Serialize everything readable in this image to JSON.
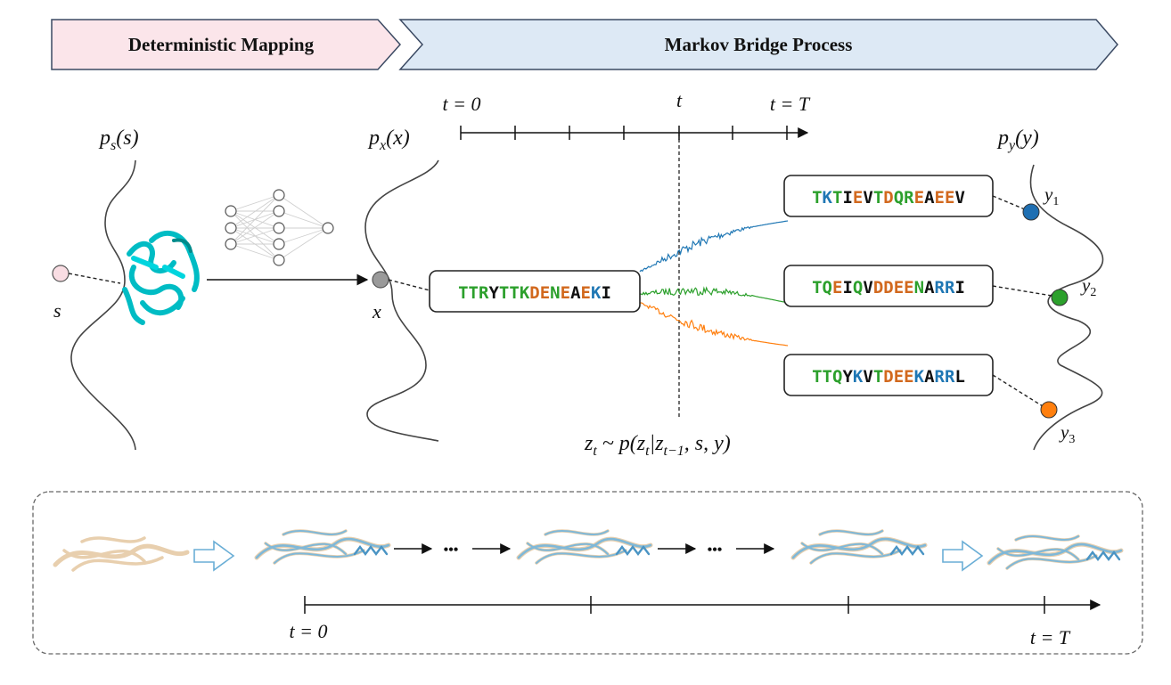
{
  "banner": {
    "left_label": "Deterministic Mapping",
    "right_label": "Markov Bridge Process"
  },
  "distributions": {
    "ps": {
      "func": "p",
      "sub": "s",
      "arg": "(s)"
    },
    "px": {
      "func": "p",
      "sub": "x",
      "arg": "(x)"
    },
    "py": {
      "func": "p",
      "sub": "y",
      "arg": "(y)"
    }
  },
  "points": {
    "s": "s",
    "x": "x",
    "y1": {
      "base": "y",
      "sub": "1"
    },
    "y2": {
      "base": "y",
      "sub": "2"
    },
    "y3": {
      "base": "y",
      "sub": "3"
    }
  },
  "time_axis": {
    "start": "t = 0",
    "middle": "t",
    "end": "t = T"
  },
  "transition_formula": {
    "lhs_base": "z",
    "lhs_sub": "t",
    "op": " ~ p(",
    "z_base": "z",
    "z_sub": "t",
    "bar": "|",
    "z2_base": "z",
    "z2_sub": "t−1",
    "rest": ", s, y)"
  },
  "colors": {
    "green": "#2ca02c",
    "blue": "#1f77b4",
    "orange": "#d2691e",
    "black": "#111111",
    "path_blue": "#1f77b4",
    "path_green": "#2ca02c",
    "path_orange": "#ff7f0e",
    "protein": "#00ced1",
    "banner_left_fill": "#fbe5ea",
    "banner_right_fill": "#dde9f5",
    "banner_stroke": "#3b4a63",
    "s_dot": "#f9dde3",
    "x_dot": "#9a9a9a",
    "y1_dot": "#1f6fb2",
    "y2_dot": "#2ca02c",
    "y3_dot": "#ff7f0e"
  },
  "sequences": {
    "source": [
      [
        "T",
        "green"
      ],
      [
        "T",
        "green"
      ],
      [
        "R",
        "green"
      ],
      [
        "Y",
        "black"
      ],
      [
        "T",
        "green"
      ],
      [
        "T",
        "green"
      ],
      [
        "K",
        "green"
      ],
      [
        "D",
        "orange"
      ],
      [
        "E",
        "orange"
      ],
      [
        "N",
        "green"
      ],
      [
        "E",
        "orange"
      ],
      [
        "A",
        "black"
      ],
      [
        "E",
        "orange"
      ],
      [
        "K",
        "blue"
      ],
      [
        "I",
        "black"
      ]
    ],
    "target_1": [
      [
        "T",
        "green"
      ],
      [
        "K",
        "blue"
      ],
      [
        "T",
        "green"
      ],
      [
        "I",
        "black"
      ],
      [
        "E",
        "orange"
      ],
      [
        "V",
        "black"
      ],
      [
        "T",
        "green"
      ],
      [
        "D",
        "orange"
      ],
      [
        "Q",
        "green"
      ],
      [
        "R",
        "green"
      ],
      [
        "E",
        "orange"
      ],
      [
        "A",
        "black"
      ],
      [
        "E",
        "orange"
      ],
      [
        "E",
        "orange"
      ],
      [
        "V",
        "black"
      ]
    ],
    "target_2": [
      [
        "T",
        "green"
      ],
      [
        "Q",
        "green"
      ],
      [
        "E",
        "orange"
      ],
      [
        "I",
        "black"
      ],
      [
        "Q",
        "green"
      ],
      [
        "V",
        "black"
      ],
      [
        "D",
        "orange"
      ],
      [
        "D",
        "orange"
      ],
      [
        "E",
        "orange"
      ],
      [
        "E",
        "orange"
      ],
      [
        "N",
        "green"
      ],
      [
        "A",
        "black"
      ],
      [
        "R",
        "blue"
      ],
      [
        "R",
        "blue"
      ],
      [
        "I",
        "black"
      ]
    ],
    "target_3": [
      [
        "T",
        "green"
      ],
      [
        "T",
        "green"
      ],
      [
        "Q",
        "green"
      ],
      [
        "Y",
        "black"
      ],
      [
        "K",
        "blue"
      ],
      [
        "V",
        "black"
      ],
      [
        "T",
        "green"
      ],
      [
        "D",
        "orange"
      ],
      [
        "E",
        "orange"
      ],
      [
        "E",
        "orange"
      ],
      [
        "K",
        "blue"
      ],
      [
        "A",
        "black"
      ],
      [
        "R",
        "blue"
      ],
      [
        "R",
        "blue"
      ],
      [
        "L",
        "black"
      ]
    ]
  },
  "bottom_panel": {
    "start_label": "t = 0",
    "end_label": "t = T",
    "ellipsis": "•••"
  }
}
